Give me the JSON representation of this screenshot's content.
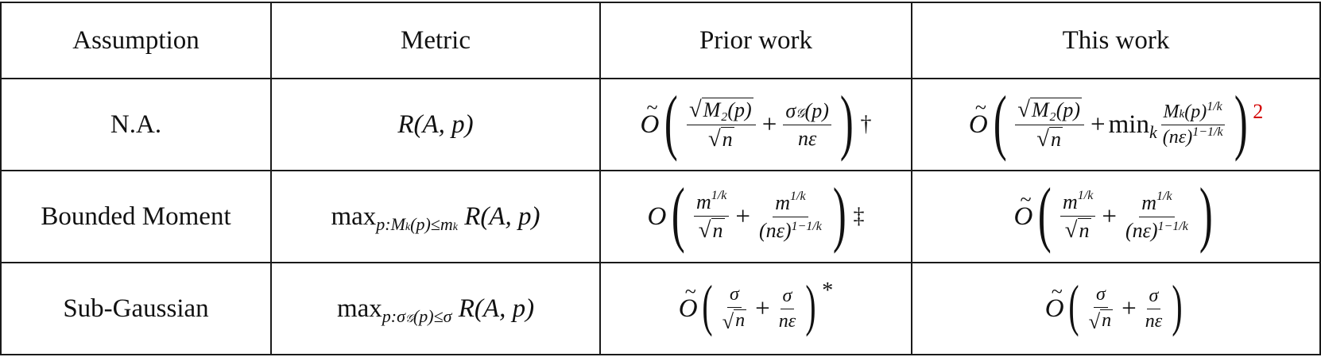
{
  "table": {
    "headers": [
      "Assumption",
      "Metric",
      "Prior work",
      "This work"
    ],
    "rows": [
      {
        "assumption": "N.A.",
        "metric": "R(A, p)",
        "prior_work": "Õ( √M₂(p)/√n + σ_𝒢(p)/(nε) )",
        "prior_work_mark": "†",
        "this_work": "Õ( √M₂(p)/√n + min_k M_k(p)^{1/k}/(nε)^{1-1/k} )",
        "this_work_mark": "2",
        "this_work_mark_color": "#d40000"
      },
      {
        "assumption": "Bounded Moment",
        "metric": "max_{p:M_k(p)≤m_k} R(A, p)",
        "prior_work": "O( m_k^{1/k}/√n + m_k^{1/k}/(nε)^{1-1/k} )",
        "prior_work_mark": "‡",
        "this_work": "Õ( m_k^{1/k}/√n + m_k^{1/k}/(nε)^{1-1/k} )",
        "this_work_mark": ""
      },
      {
        "assumption": "Sub-Gaussian",
        "metric": "max_{p:σ_𝒢(p)≤σ} R(A, p)",
        "prior_work": "Õ( σ/√n + σ/(nε) )",
        "prior_work_mark": "*",
        "this_work": "Õ( σ/√n + σ/(nε) )",
        "this_work_mark": ""
      }
    ]
  },
  "sym": {
    "O": "O",
    "lp": "(",
    "rp": ")",
    "plus": "+",
    "sqrt": "√",
    "n": "n",
    "neps": "nε",
    "M2p": "M₂(p)",
    "sigGp": "σ",
    "G": "𝒢",
    "p": "(p)",
    "min": "min",
    "k": "k",
    "Mk": "M",
    "pk": "(p)",
    "onek": "1/k",
    "neps_paren": "(nε)",
    "one_minus": "1−1/k",
    "m": "m",
    "sigma": "σ",
    "R": "R",
    "Ap": "(A, p)",
    "max": "max",
    "sub_moment": "p:M",
    "sub_moment2": "(p)≤m",
    "sub_gauss": "p:σ",
    "sub_gauss2": "(p)≤σ"
  }
}
